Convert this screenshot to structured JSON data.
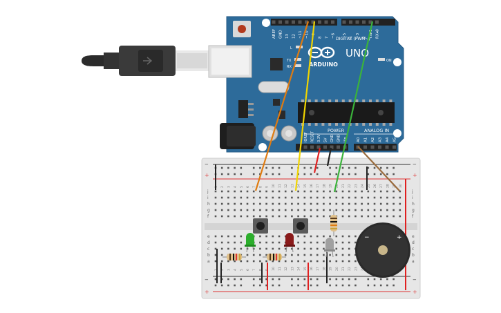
{
  "board": {
    "brand": "ARDUINO",
    "model": "UNO",
    "digital_header_label": "DIGITAL (PWM~)",
    "power_label": "POWER",
    "analog_label": "ANALOG IN",
    "on_label": "ON",
    "tx_label": "TX",
    "rx_label": "RX",
    "l_label": "L",
    "digital_pins": [
      "AREF",
      "GND",
      "13",
      "12",
      "~11",
      "~10",
      "~9",
      "8",
      "7",
      "~6",
      "~5",
      "4",
      "~3",
      "2",
      "TX▸1",
      "RX◂0"
    ],
    "power_pins": [
      "IOREF",
      "RESET",
      "3.3V",
      "5V",
      "GND",
      "GND",
      "Vin"
    ],
    "analog_pins": [
      "A0",
      "A1",
      "A2",
      "A3",
      "A4",
      "A5"
    ]
  },
  "breadboard": {
    "row_letters_top": [
      "j",
      "i",
      "h",
      "g",
      "f"
    ],
    "row_letters_bottom": [
      "e",
      "d",
      "c",
      "b",
      "a"
    ],
    "rail_minus": "−",
    "rail_plus": "+",
    "column_numbers": [
      "1",
      "2",
      "3",
      "4",
      "5",
      "6",
      "7",
      "8",
      "9",
      "10",
      "11",
      "12",
      "13",
      "14",
      "15",
      "16",
      "17",
      "18",
      "19",
      "20",
      "21",
      "22",
      "23",
      "24",
      "25",
      "26",
      "27",
      "28",
      "29",
      "30"
    ]
  },
  "buzzer": {
    "minus": "−",
    "plus": "+"
  },
  "colors": {
    "board": "#2d6b9a",
    "board_dark": "#1f5680",
    "wire_orange": "#e07b10",
    "wire_yellow": "#f0d400",
    "wire_green": "#3bb33b",
    "wire_brown": "#9a6b3c",
    "wire_red": "#e02020",
    "wire_black": "#222222",
    "led_green": "#2cae2c",
    "led_red": "#8a1a1a",
    "led_grey": "#a0a0a0"
  }
}
